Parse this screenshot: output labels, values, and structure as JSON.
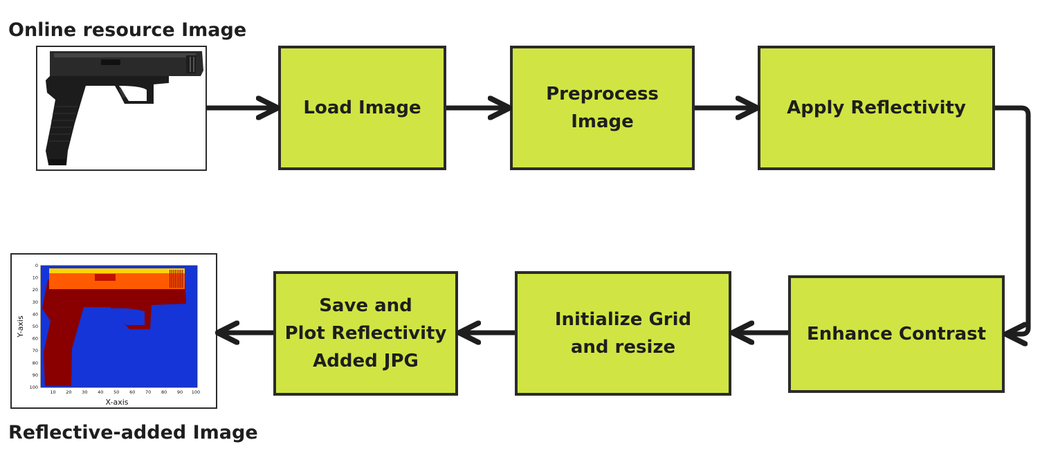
{
  "top_label": "Online resource Image",
  "bottom_label": "Reflective-added Image",
  "steps": [
    {
      "lines": [
        "Load Image"
      ]
    },
    {
      "lines": [
        "Preprocess",
        "Image"
      ]
    },
    {
      "lines": [
        "Apply Reflectivity"
      ]
    },
    {
      "lines": [
        "Enhance Contrast"
      ]
    },
    {
      "lines": [
        "Initialize Grid",
        "and resize"
      ]
    },
    {
      "lines": [
        "Save and",
        "Plot Reflectivity",
        "Added JPG"
      ]
    }
  ],
  "output_plot": {
    "xlabel": "X-axis",
    "ylabel": "Y-axis",
    "x_ticks": [
      "10",
      "20",
      "30",
      "40",
      "50",
      "60",
      "70",
      "80",
      "90",
      "100"
    ],
    "y_ticks": [
      "0",
      "10",
      "20",
      "30",
      "40",
      "50",
      "60",
      "70",
      "80",
      "90",
      "100"
    ]
  },
  "colors": {
    "box_fill": "#d0e543",
    "box_border": "#2b2b2b",
    "arrow": "#1e1e1e",
    "plot_background": "#1535d8",
    "object_dark_red": "#8a0000",
    "object_highlight": "#ff5a00"
  }
}
